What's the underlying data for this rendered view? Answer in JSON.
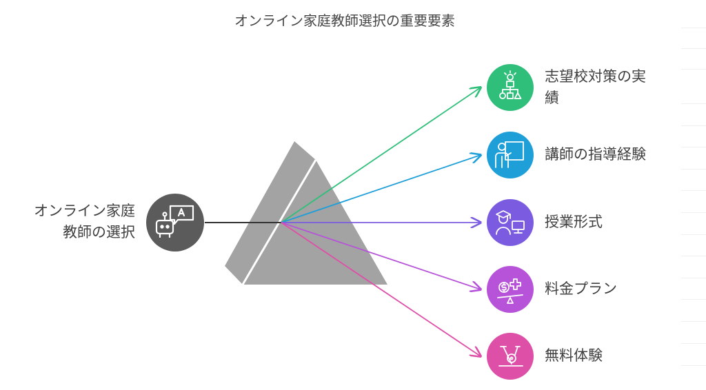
{
  "title": "オンライン家庭教師選択の重要要素",
  "input": {
    "label_line1": "オンライン家庭",
    "label_line2": "教師の選択",
    "icon": "robot-chat-icon",
    "color": "#5b5b5b"
  },
  "outputs": [
    {
      "label_line1": "志望校対策の実",
      "label_line2": "績",
      "icon": "hierarchy-icon",
      "color": "#2fbf7a"
    },
    {
      "label_line1": "講師の指導経験",
      "label_line2": "",
      "icon": "teacher-board-icon",
      "color": "#1e9fd8"
    },
    {
      "label_line1": "授業形式",
      "label_line2": "",
      "icon": "graduate-computer-icon",
      "color": "#7b5ce0"
    },
    {
      "label_line1": "料金プラン",
      "label_line2": "",
      "icon": "money-scale-icon",
      "color": "#b653d8"
    },
    {
      "label_line1": "無料体験",
      "label_line2": "",
      "icon": "exercise-bike-icon",
      "color": "#de4fa8"
    }
  ]
}
